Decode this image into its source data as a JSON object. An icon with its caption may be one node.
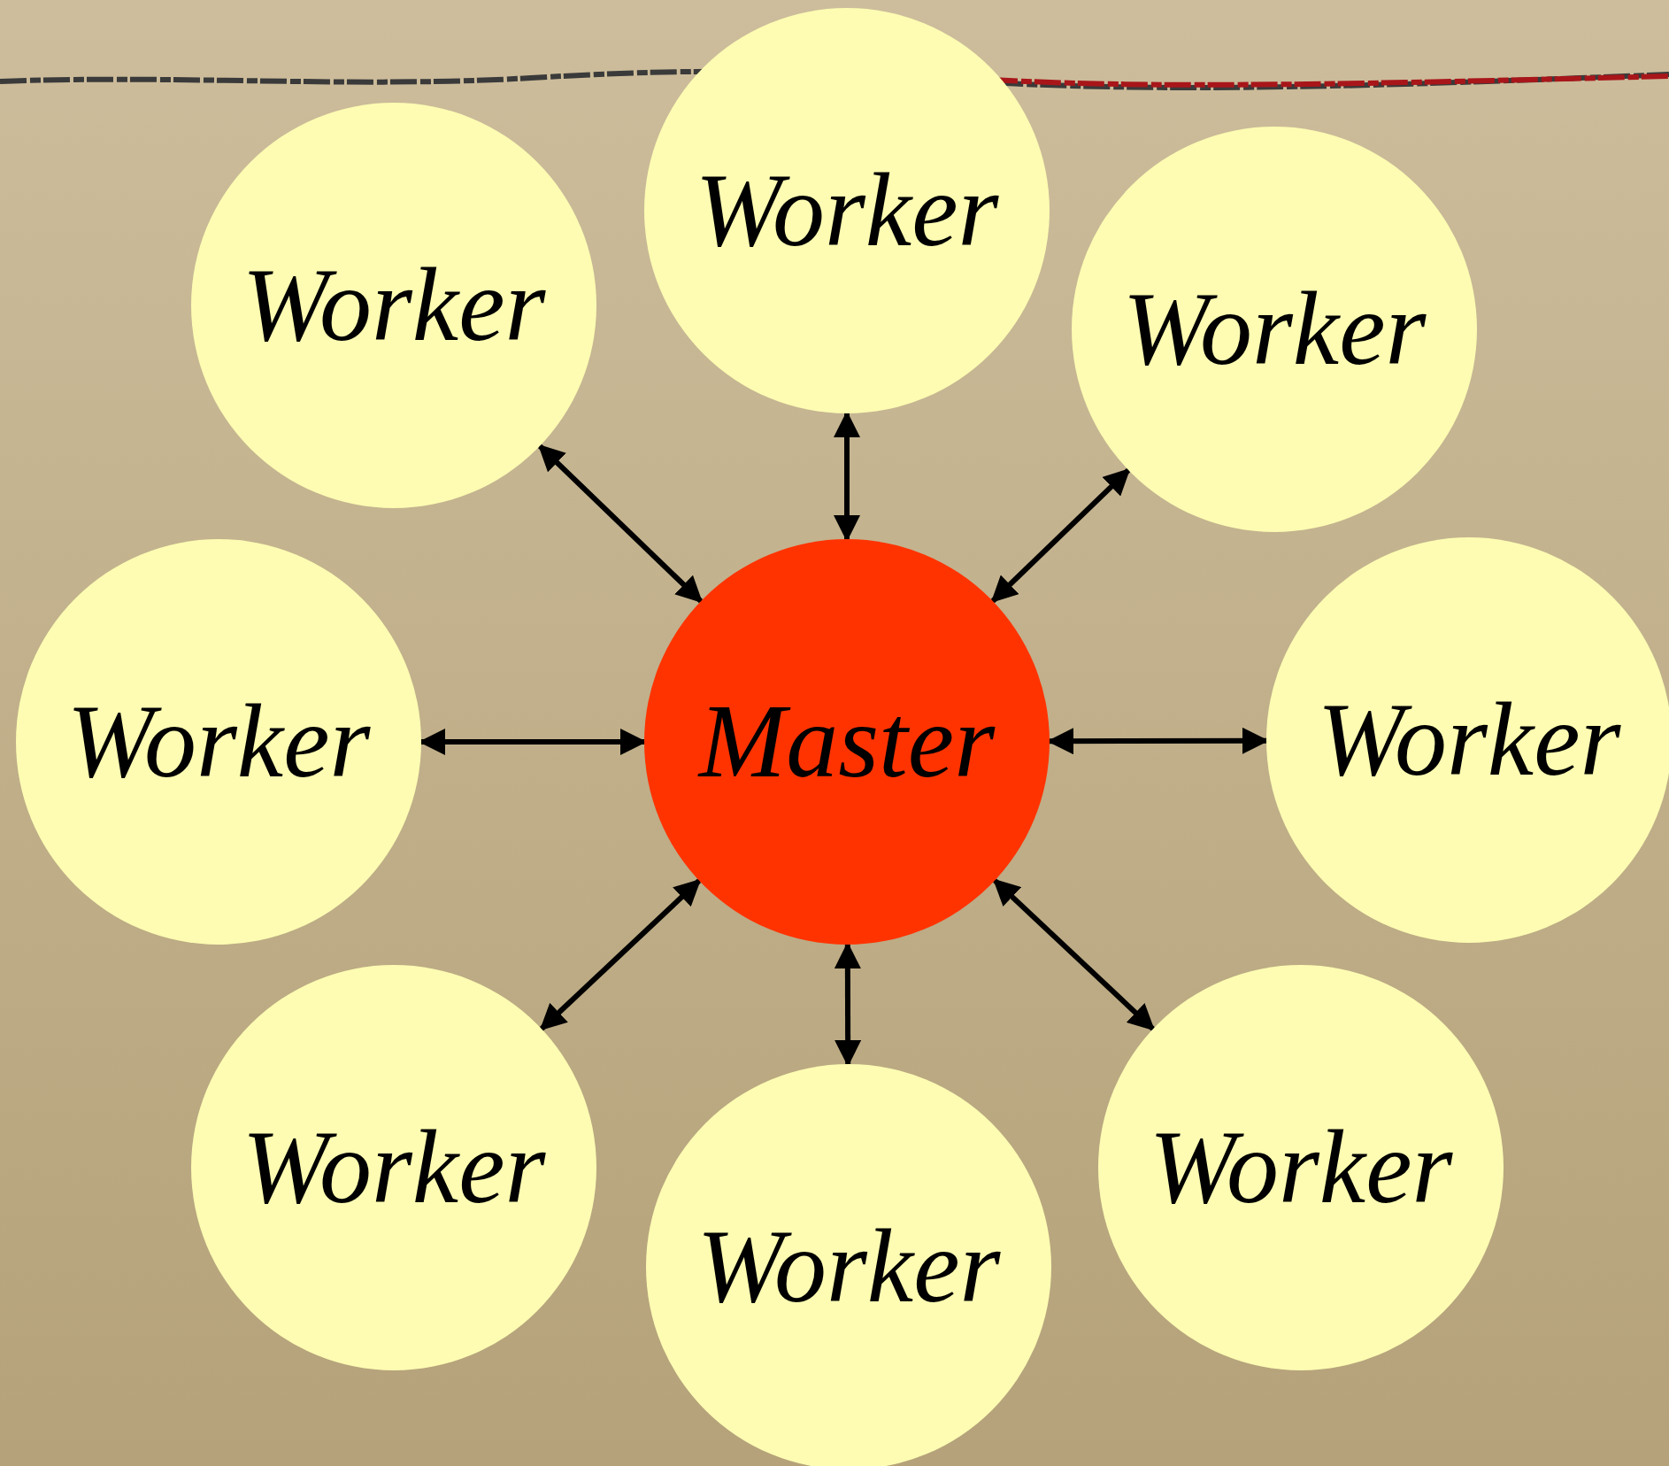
{
  "diagram": {
    "nodes": [
      {
        "text": [
          "Worker"
        ]
      },
      {
        "text": [
          "Worker"
        ]
      },
      {
        "text": [
          "Worker"
        ]
      },
      {
        "text": [
          "Worker"
        ]
      },
      {
        "text": [
          "Master"
        ]
      },
      {
        "text": [
          "Worker"
        ]
      },
      {
        "text": [
          "Worker"
        ]
      },
      {
        "text": [
          "Worker"
        ]
      },
      {
        "text": [
          "Worker"
        ]
      }
    ],
    "edges": [
      {
        "from": 4,
        "to": 0,
        "arrow": "both"
      },
      {
        "from": 4,
        "to": 1,
        "arrow": "both"
      },
      {
        "from": 4,
        "to": 2,
        "arrow": "both"
      },
      {
        "from": 4,
        "to": 3,
        "arrow": "both"
      },
      {
        "from": 4,
        "to": 5,
        "arrow": "both"
      },
      {
        "from": 4,
        "to": 6,
        "arrow": "both"
      },
      {
        "from": 4,
        "to": 7,
        "arrow": "both"
      },
      {
        "from": 4,
        "to": 8,
        "arrow": "both"
      }
    ]
  }
}
